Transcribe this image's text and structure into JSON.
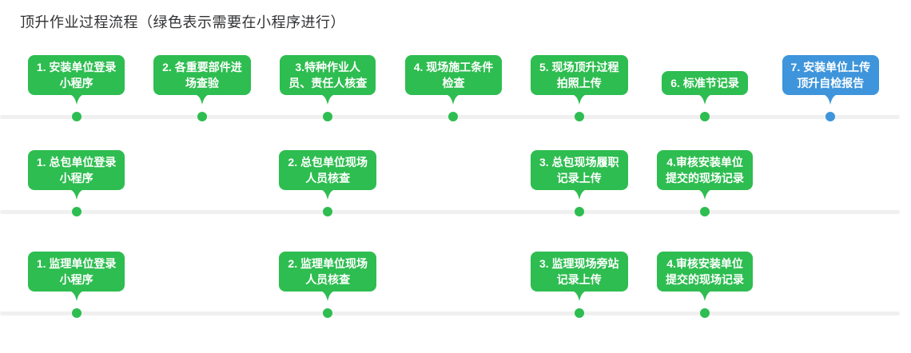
{
  "title": "顶升作业过程流程（绿色表示需要在小程序进行）",
  "colors": {
    "green": "#2ebd50",
    "blue": "#3e95db",
    "track": "#f0f0f0",
    "badge_text": "#ffffff",
    "title_text": "#303133"
  },
  "rows": [
    {
      "items": [
        {
          "color": "green",
          "lines": [
            "1. 安装单位登录",
            "小程序"
          ]
        },
        {
          "color": "green",
          "lines": [
            "2. 各重要部件进",
            "场查验"
          ]
        },
        {
          "color": "green",
          "lines": [
            "3.特种作业人",
            "员、责任人核查"
          ]
        },
        {
          "color": "green",
          "lines": [
            "4. 现场施工条件",
            "检查"
          ]
        },
        {
          "color": "green",
          "lines": [
            "5. 现场顶升过程",
            "拍照上传"
          ]
        },
        {
          "color": "green",
          "lines": [
            "6. 标准节记录"
          ]
        },
        {
          "color": "blue",
          "lines": [
            "7. 安装单位上传",
            "顶升自检报告"
          ]
        }
      ]
    },
    {
      "items": [
        {
          "color": "green",
          "lines": [
            "1. 总包单位登录",
            "小程序"
          ]
        },
        {
          "color": "green",
          "lines": [
            "2. 总包单位现场",
            "人员核查"
          ]
        },
        {
          "color": "green",
          "lines": [
            "3. 总包现场履职",
            "记录上传"
          ]
        },
        {
          "color": "green",
          "lines": [
            "4.审核安装单位",
            "提交的现场记录"
          ]
        }
      ]
    },
    {
      "items": [
        {
          "color": "green",
          "lines": [
            "1. 监理单位登录",
            "小程序"
          ]
        },
        {
          "color": "green",
          "lines": [
            "2. 监理单位现场",
            "人员核查"
          ]
        },
        {
          "color": "green",
          "lines": [
            "3. 监理现场旁站",
            "记录上传"
          ]
        },
        {
          "color": "green",
          "lines": [
            "4.审核安装单位",
            "提交的现场记录"
          ]
        }
      ]
    }
  ]
}
